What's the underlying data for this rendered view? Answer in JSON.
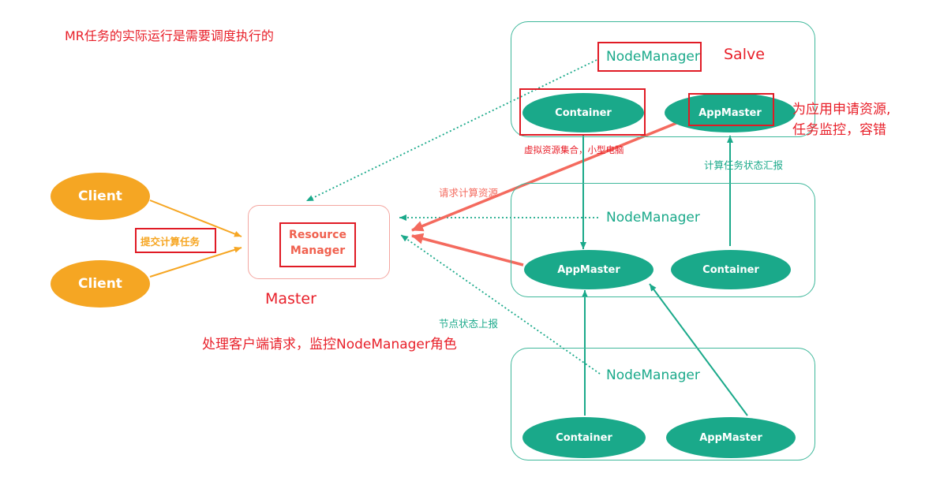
{
  "colors": {
    "teal": "#1aa98a",
    "panel_border": "#3fb89b",
    "client_orange": "#f5a623",
    "arrow_orange": "#f6a623",
    "request_red": "#f46a5e",
    "highlight_red": "#e01b25",
    "rm_border": "#f4a6a0",
    "rm_text": "#f0614f"
  },
  "header_note": "MR任务的实际运行是需要调度执行的",
  "clients": [
    {
      "label": "Client"
    },
    {
      "label": "Client"
    }
  ],
  "submit_label": "提交计算任务",
  "resource_manager": {
    "line1": "Resource",
    "line2": "Manager"
  },
  "master_label": "Master",
  "master_note": "处理客户端请求，监控NodeManager角色",
  "slave_label": "Salve",
  "nodes": [
    {
      "nodemanager": "NodeManager",
      "left": "Container",
      "right": "AppMaster"
    },
    {
      "nodemanager": "NodeManager",
      "left": "AppMaster",
      "right": "Container"
    },
    {
      "nodemanager": "NodeManager",
      "left": "Container",
      "right": "AppMaster"
    }
  ],
  "container_note": "虚拟资源集合，小型电脑",
  "appmaster_note_line1": "为应用申请资源,",
  "appmaster_note_line2": "任务监控，容错",
  "request_resource_label": "请求计算资源",
  "report_task_status_label": "计算任务状态汇报",
  "node_status_label": "节点状态上报"
}
